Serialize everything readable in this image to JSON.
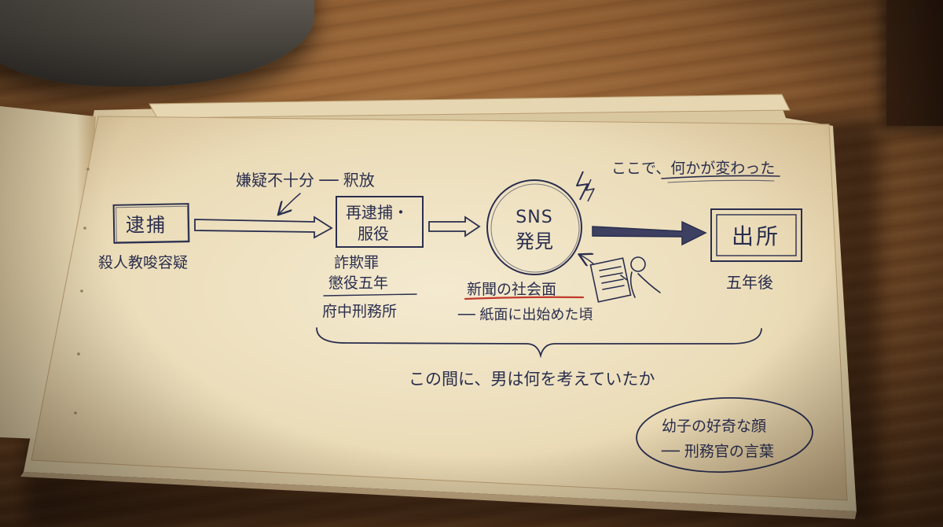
{
  "flow": {
    "arrest": "逮捕",
    "arrest_note": "殺人教唆容疑",
    "release_note": "嫌疑不十分 ── 釈放",
    "rearrest_line1": "再逮捕・",
    "rearrest_line2": "服役",
    "crime_line1": "詐欺罪",
    "crime_line2": "懲役五年",
    "prison": "府中刑務所",
    "sns_line1": "SNS",
    "sns_line2": "発見",
    "newspaper_line1": "新聞の社会面",
    "newspaper_line2": "── 紙面に出始めた頃",
    "change_note": "ここで、何かが変わった",
    "release": "出所",
    "release_note_after": "五年後",
    "question": "この間に、男は何を考えていたか",
    "quote_line1": "幼子の好奇な顔",
    "quote_line2": "── 刑務官の言葉"
  },
  "colors": {
    "ink": "#2a2e4e",
    "underline_red": "#c0392b",
    "paper": "#efe3c6"
  },
  "icons": [
    "lightning-icon",
    "newspaper-reader-icon"
  ]
}
